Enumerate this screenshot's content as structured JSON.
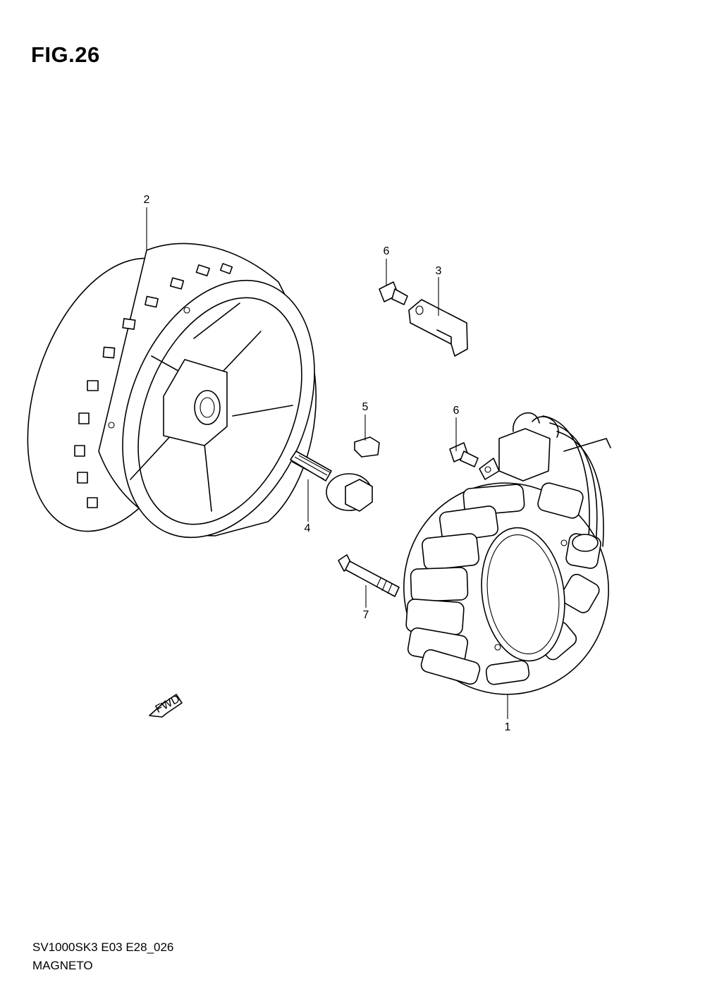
{
  "figure": {
    "title": "FIG.26",
    "model_code": "SV1000SK3 E03 E28_026",
    "name": "MAGNETO"
  },
  "callouts": [
    "1",
    "2",
    "3",
    "4",
    "5",
    "6",
    "6",
    "7"
  ],
  "fwd_label": "FWD"
}
